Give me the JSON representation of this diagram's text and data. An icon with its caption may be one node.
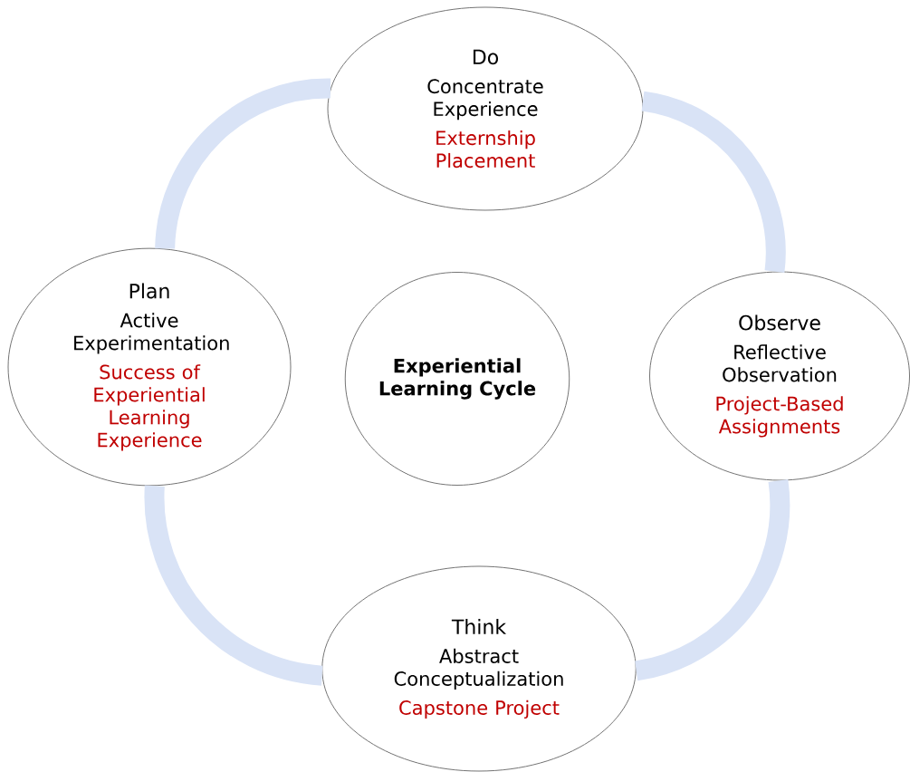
{
  "diagram": {
    "nodes": [
      {
        "text": [
          "Do",
          "Concentrate Experience",
          "Externship Placement"
        ]
      },
      {
        "text": [
          "Plan",
          "Active Experimentation",
          "Success of Experiential Learning Experience"
        ]
      },
      {
        "text": [
          "Experiential Learning Cycle"
        ]
      },
      {
        "text": [
          "Observe",
          "Reflective Observation",
          "Project-Based Assignments"
        ]
      },
      {
        "text": [
          "Think",
          "Abstract Conceptualization",
          "Capstone Project"
        ]
      }
    ],
    "edges": [
      {
        "from": 0,
        "to": 3,
        "arrow": "none"
      },
      {
        "from": 3,
        "to": 4,
        "arrow": "none"
      },
      {
        "from": 4,
        "to": 1,
        "arrow": "none"
      },
      {
        "from": 1,
        "to": 0,
        "arrow": "none"
      }
    ]
  }
}
